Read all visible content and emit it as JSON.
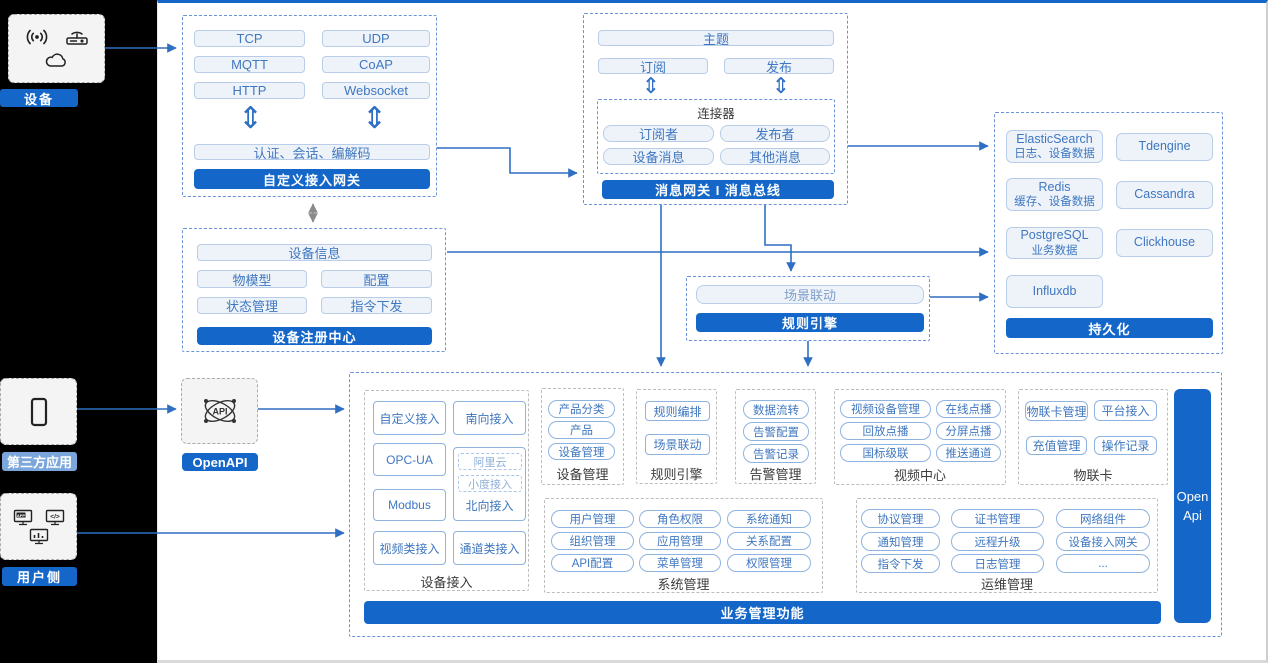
{
  "colors": {
    "accent": "#1467c8",
    "light_label": "#7aa6db",
    "arrow": "#2e6fc4",
    "node_text": "#3f77c0",
    "dashed_blue": "#6a93d8"
  },
  "sources": {
    "device": {
      "label": "设备"
    },
    "third_party": {
      "label": "第三方应用"
    },
    "user_side": {
      "label": "用户侧"
    }
  },
  "custom_gateway": {
    "protocols": [
      "TCP",
      "UDP",
      "MQTT",
      "CoAP",
      "HTTP",
      "Websocket"
    ],
    "session": "认证、会话、编解码",
    "title": "自定义接入网关"
  },
  "message_bus": {
    "topic": "主题",
    "subscribe": "订阅",
    "publish": "发布",
    "connector": {
      "title": "连接器",
      "items": [
        "订阅者",
        "发布者",
        "设备消息",
        "其他消息"
      ]
    },
    "title": "消息网关 I 消息总线"
  },
  "registry": {
    "device_info": "设备信息",
    "items": [
      "物模型",
      "配置",
      "状态管理",
      "指令下发"
    ],
    "title": "设备注册中心"
  },
  "rule_box": {
    "scene": "场景联动",
    "title": "规则引擎"
  },
  "persistence": {
    "title": "持久化",
    "dbs": [
      {
        "name": "ElasticSearch",
        "sub": "日志、设备数据"
      },
      {
        "name": "Tdengine"
      },
      {
        "name": "Redis",
        "sub": "缓存、设备数据"
      },
      {
        "name": "Cassandra"
      },
      {
        "name": "PostgreSQL",
        "sub": "业务数据"
      },
      {
        "name": "Clickhouse"
      },
      {
        "name": "Influxdb"
      }
    ]
  },
  "openapi": {
    "label": "OpenAPI"
  },
  "business": {
    "title": "业务管理功能",
    "open_api_bar": "Open\nApi",
    "device_access": {
      "label": "设备接入",
      "items": [
        "自定义接入",
        "南向接入",
        "OPC-UA",
        "Modbus",
        "视频类接入",
        "通道类接入"
      ],
      "north": {
        "label": "北向接入",
        "sub": [
          "阿里云",
          "小度接入"
        ]
      }
    },
    "device_mgmt": {
      "label": "设备管理",
      "items": [
        "产品分类",
        "产品",
        "设备管理"
      ]
    },
    "rule_engine": {
      "label": "规则引擎",
      "items": [
        "规则编排",
        "场景联动"
      ]
    },
    "alarm": {
      "label": "告警管理",
      "items": [
        "数据流转",
        "告警配置",
        "告警记录"
      ]
    },
    "video": {
      "label": "视频中心",
      "items": [
        "视频设备管理",
        "在线点播",
        "回放点播",
        "分屏点播",
        "国标级联",
        "推送通道"
      ]
    },
    "iot_card": {
      "label": "物联卡",
      "items": [
        "物联卡管理",
        "平台接入",
        "充值管理",
        "操作记录"
      ]
    },
    "system": {
      "label": "系统管理",
      "items": [
        "用户管理",
        "角色权限",
        "系统通知",
        "组织管理",
        "应用管理",
        "关系配置",
        "API配置",
        "菜单管理",
        "权限管理"
      ]
    },
    "ops": {
      "label": "运维管理",
      "items": [
        "协议管理",
        "证书管理",
        "网络组件",
        "通知管理",
        "远程升级",
        "设备接入网关",
        "指令下发",
        "日志管理",
        "..."
      ]
    }
  },
  "icons": {
    "device": [
      "radio-signal-icon",
      "wifi-router-icon",
      "cloud-icon"
    ],
    "third_party": "smartphone-icon",
    "user_side": [
      "app-monitor-icon",
      "code-monitor-icon",
      "chart-monitor-icon"
    ],
    "openapi": "api-network-icon"
  }
}
